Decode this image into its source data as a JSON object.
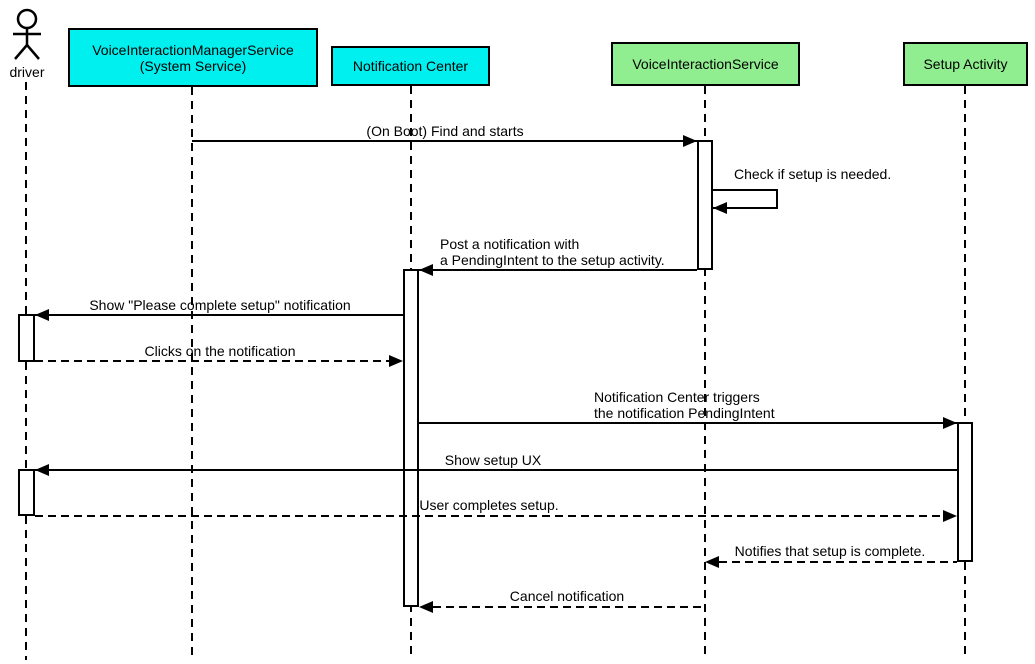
{
  "diagram": {
    "type": "uml-sequence-diagram",
    "colors": {
      "system_box_fill": "#00F0F0",
      "service_box_fill": "#90EE90",
      "border": "#000000",
      "background": "#ffffff"
    }
  },
  "participants": [
    {
      "id": "driver",
      "kind": "actor",
      "label": "driver"
    },
    {
      "id": "vims",
      "kind": "box",
      "fill": "#00F0F0",
      "label": "VoiceInteractionManagerService\n(System Service)"
    },
    {
      "id": "nc",
      "kind": "box",
      "fill": "#00F0F0",
      "label": "Notification Center"
    },
    {
      "id": "vis",
      "kind": "box",
      "fill": "#90EE90",
      "label": "VoiceInteractionService"
    },
    {
      "id": "sa",
      "kind": "box",
      "fill": "#90EE90",
      "label": "Setup Activity"
    }
  ],
  "messages": [
    {
      "from": "vims",
      "to": "vis",
      "style": "solid",
      "label": "(On Boot) Find and starts"
    },
    {
      "from": "vis",
      "to": "vis",
      "style": "solid",
      "self": true,
      "label": "Check if setup is needed."
    },
    {
      "from": "vis",
      "to": "nc",
      "style": "solid",
      "label": "Post a notification with\na PendingIntent to the setup activity."
    },
    {
      "from": "nc",
      "to": "driver",
      "style": "solid",
      "label": "Show \"Please complete setup\" notification"
    },
    {
      "from": "driver",
      "to": "nc",
      "style": "dashed",
      "label": "Clicks on the notification"
    },
    {
      "from": "nc",
      "to": "sa",
      "style": "solid",
      "label": "Notification Center triggers\nthe notification PendingIntent"
    },
    {
      "from": "sa",
      "to": "driver",
      "style": "solid",
      "label": "Show setup UX"
    },
    {
      "from": "driver",
      "to": "sa",
      "style": "dashed",
      "label": "User completes setup."
    },
    {
      "from": "sa",
      "to": "vis",
      "style": "dashed",
      "label": "Notifies that setup is complete."
    },
    {
      "from": "vis",
      "to": "nc",
      "style": "dashed",
      "label": "Cancel notification"
    }
  ]
}
